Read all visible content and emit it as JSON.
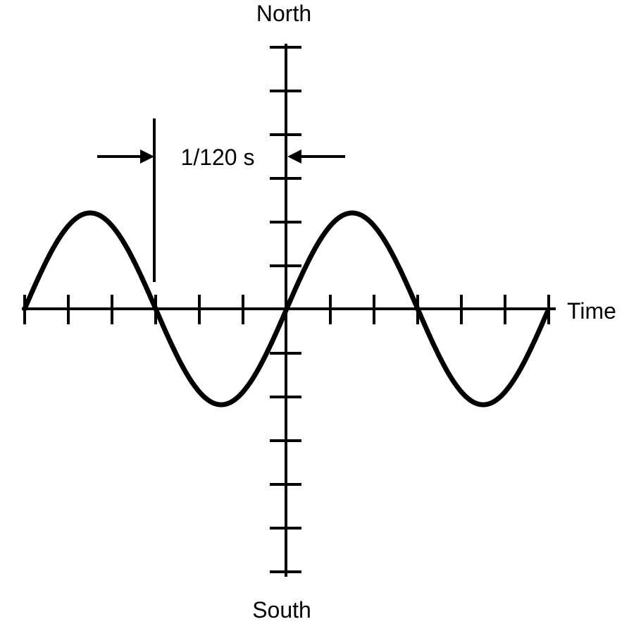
{
  "labels": {
    "north": "North",
    "south": "South",
    "time": "Time",
    "interval": "1/120 s"
  },
  "wave": {
    "function": "sine",
    "cycles_shown": 2,
    "interval_marked": "zero crossing to zero crossing"
  },
  "colors": {
    "stroke": "#000000",
    "background": "#ffffff"
  }
}
